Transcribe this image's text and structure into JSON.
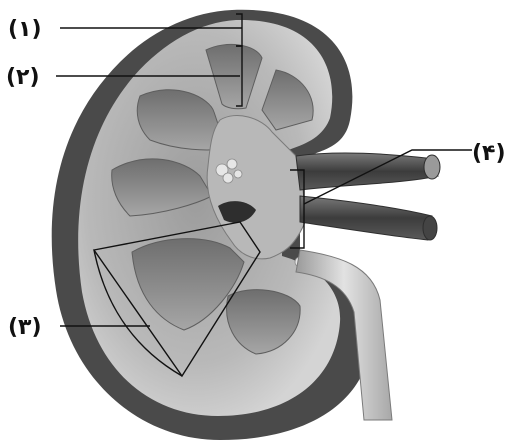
{
  "labels": [
    {
      "id": "1",
      "text": "(۱)"
    },
    {
      "id": "2",
      "text": "(۲)"
    },
    {
      "id": "3",
      "text": "(۳)"
    },
    {
      "id": "4",
      "text": "(۴)"
    }
  ],
  "colors": {
    "capsule": "#3a3a3a",
    "cortex": "#c9c9c9",
    "medulla": "#8a8a8a",
    "pelvis": "#b3b3b3",
    "vessel": "#5a5a5a",
    "ureter": "#d6d6d6",
    "line": "#111111"
  }
}
